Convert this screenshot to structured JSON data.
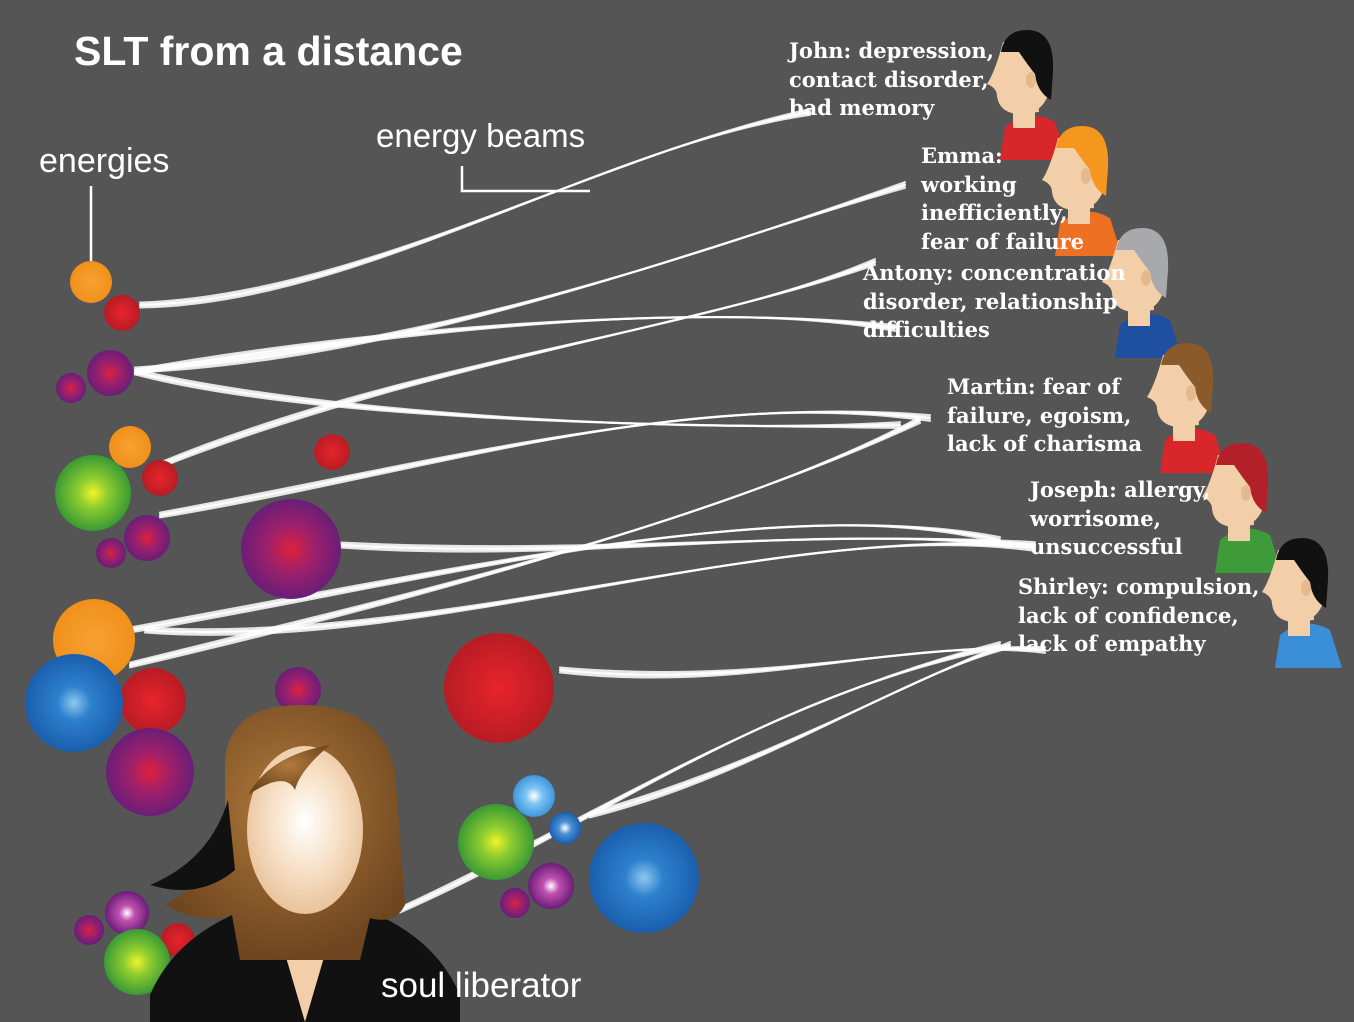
{
  "title": "SLT from a distance",
  "labels": {
    "energies": "energies",
    "energy_beams": "energy beams",
    "soul_liberator": "soul liberator"
  },
  "people": [
    {
      "name": "John",
      "lines": [
        "John: depression,",
        "contact disorder,",
        "bad memory"
      ],
      "hair_color": "#111111",
      "shirt_color": "#d9262b"
    },
    {
      "name": "Emma",
      "lines": [
        "Emma:",
        "working",
        "inefficiently,",
        "fear of failure"
      ],
      "hair_color": "#f5961e",
      "shirt_color": "#ee7022"
    },
    {
      "name": "Antony",
      "lines": [
        "Antony: concentration",
        "disorder, relationship",
        "difficulties"
      ],
      "hair_color": "#a7a9ac",
      "shirt_color": "#1e4fa0"
    },
    {
      "name": "Martin",
      "lines": [
        "Martin: fear of",
        "failure, egoism,",
        "lack of charisma"
      ],
      "hair_color": "#8b5a2b",
      "shirt_color": "#d9262b"
    },
    {
      "name": "Joseph",
      "lines": [
        "Joseph: allergy,",
        "worrisome,",
        "unsuccessful"
      ],
      "hair_color": "#b3202a",
      "shirt_color": "#3f9b3a"
    },
    {
      "name": "Shirley",
      "lines": [
        "Shirley: compulsion,",
        "lack of confidence,",
        "lack of empathy"
      ],
      "hair_color": "#111111",
      "shirt_color": "#3a8fd6"
    }
  ],
  "colors": {
    "background": "#555555",
    "beam": "#ffffff",
    "skin": "#f2cfa8",
    "orange": "#f5961e",
    "red": "#d2232a",
    "purple": "#7b1f7a",
    "green": "#5bb431",
    "blue": "#1f6fbf",
    "light_blue": "#5aaee8",
    "liberator_hair": "#8a5a2a",
    "liberator_jacket": "#111111"
  }
}
